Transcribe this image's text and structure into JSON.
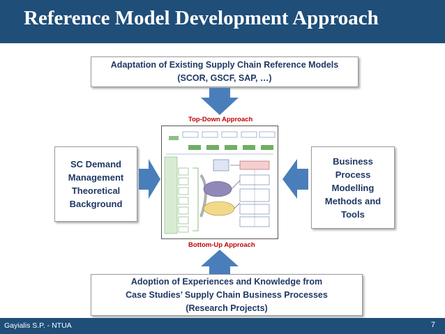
{
  "title": "Reference Model Development Approach",
  "top_box": {
    "line1": "Adaptation of Existing Supply Chain Reference Models",
    "line2": "(SCOR, GSCF, SAP, …)"
  },
  "top_label": "Top-Down Approach",
  "bottom_label": "Bottom-Up Approach",
  "left_box": {
    "lines": [
      "SC Demand",
      "Management",
      "Theoretical",
      "Background"
    ]
  },
  "right_box": {
    "lines": [
      "Business",
      "Process",
      "Modelling",
      "Methods and",
      "Tools"
    ]
  },
  "bottom_box": {
    "line1": "Adoption of Experiences and Knowledge from",
    "line2": "Case Studies’ Supply Chain Business Processes",
    "line3": "(Research Projects)"
  },
  "footer": {
    "author": "Gayialis S.P. - NTUA",
    "page_number": "7"
  },
  "colors": {
    "title_bar": "#1f4e79",
    "box_text": "#1f3864",
    "approach_label": "#c00000",
    "arrow": "#4a7ebb"
  }
}
